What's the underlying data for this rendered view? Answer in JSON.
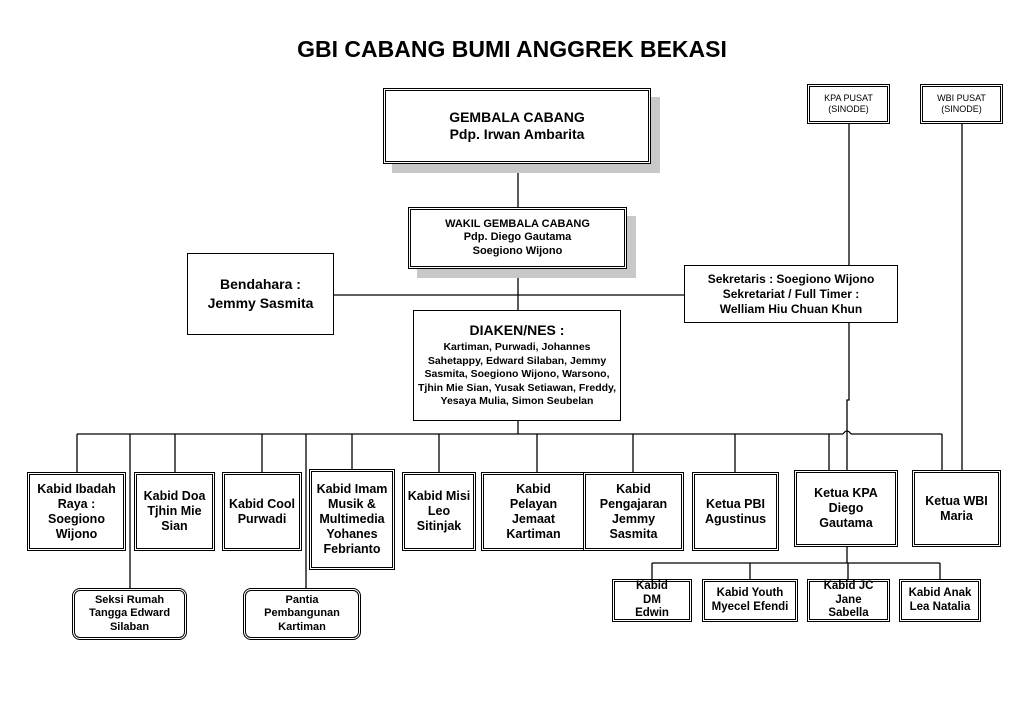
{
  "title": "GBI CABANG BUMI ANGGREK BEKASI",
  "colors": {
    "line": "#000000",
    "shadow": "#c8c8c8",
    "background": "#ffffff"
  },
  "external": {
    "kpa_pusat": {
      "line1": "KPA PUSAT",
      "line2": "(SINODE)"
    },
    "wbi_pusat": {
      "line1": "WBI PUSAT",
      "line2": "(SINODE)"
    }
  },
  "gembala": {
    "role": "GEMBALA CABANG",
    "name": "Pdp. Irwan Ambarita"
  },
  "wakil": {
    "role": "WAKIL GEMBALA CABANG",
    "name1": "Pdp. Diego Gautama",
    "name2": "Soegiono Wijono"
  },
  "bendahara": {
    "role": "Bendahara :",
    "name": "Jemmy Sasmita"
  },
  "sekretaris": {
    "line1": "Sekretaris : Soegiono Wijono",
    "line2": "Sekretariat / Full Timer :",
    "line3": "Welliam Hiu Chuan Khun"
  },
  "diaken": {
    "role": "DIAKEN/NES :",
    "members": "Kartiman, Purwadi, Johannes Sahetappy, Edward Silaban, Jemmy Sasmita, Soegiono Wijono, Warsono, Tjhin Mie Sian, Yusak Setiawan, Freddy, Yesaya Mulia, Simon Seubelan"
  },
  "departments": [
    {
      "id": "ibadah",
      "text": "Kabid Ibadah Raya : Soegiono Wijono"
    },
    {
      "id": "doa",
      "text": "Kabid Doa Tjhin Mie Sian"
    },
    {
      "id": "cool",
      "text": "Kabid Cool Purwadi"
    },
    {
      "id": "imam-musik",
      "text": "Kabid Imam Musik & Multimedia Yohanes Febrianto"
    },
    {
      "id": "misi",
      "text": "Kabid Misi Leo Sitinjak"
    },
    {
      "id": "pelayan-jemaat",
      "text": "Kabid Pelayan Jemaat Kartiman"
    },
    {
      "id": "pengajaran",
      "text": "Kabid Pengajaran Jemmy Sasmita"
    },
    {
      "id": "pbi",
      "text": "Ketua PBI Agustinus"
    },
    {
      "id": "kpa",
      "text": "Ketua KPA Diego Gautama"
    },
    {
      "id": "wbi",
      "text": "Ketua WBI Maria"
    }
  ],
  "committees": [
    {
      "id": "rumah-tangga",
      "text": "Seksi Rumah Tangga Edward Silaban"
    },
    {
      "id": "pembangunan",
      "text": "Pantia Pembangunan Kartiman"
    }
  ],
  "kpa_units": [
    {
      "id": "dm",
      "text": "Kabid DM Edwin"
    },
    {
      "id": "youth",
      "text": "Kabid Youth Myecel Efendi"
    },
    {
      "id": "jc",
      "text": "Kabid JC Jane Sabella"
    },
    {
      "id": "anak",
      "text": "Kabid Anak Lea Natalia"
    }
  ]
}
